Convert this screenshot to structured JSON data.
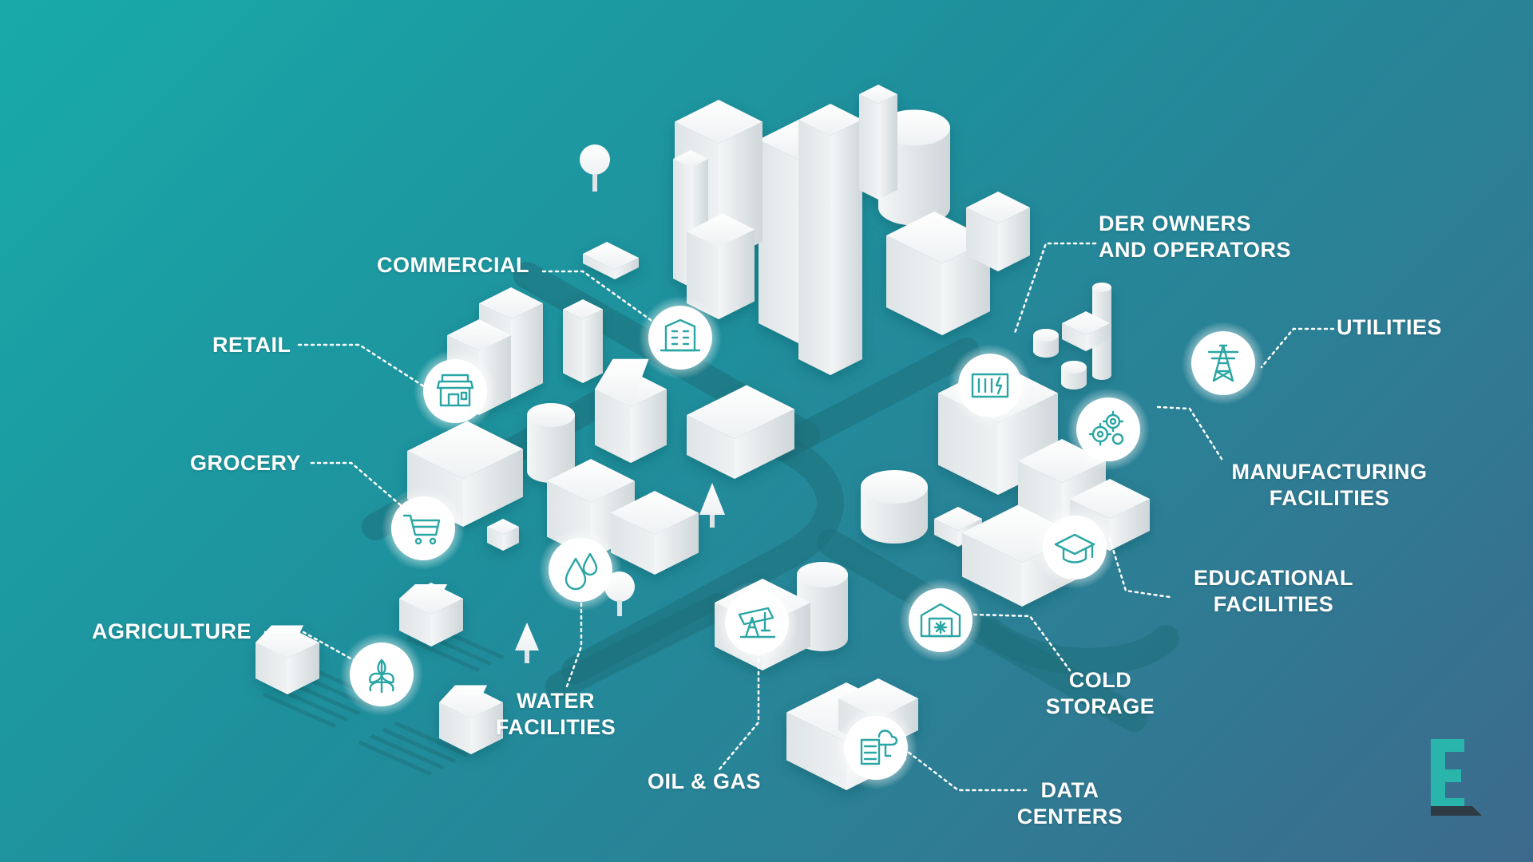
{
  "labels": {
    "commercial": "COMMERCIAL",
    "retail": "RETAIL",
    "grocery": "GROCERY",
    "agriculture": "AGRICULTURE",
    "water": [
      "WATER",
      "FACILITIES"
    ],
    "oil_gas": "OIL & GAS",
    "der": [
      "DER OWNERS",
      "AND OPERATORS"
    ],
    "utilities": "UTILITIES",
    "manufacturing": [
      "MANUFACTURING",
      "FACILITIES"
    ],
    "educational": [
      "EDUCATIONAL",
      "FACILITIES"
    ],
    "cold_storage": [
      "COLD",
      "STORAGE"
    ],
    "data_centers": [
      "DATA",
      "CENTERS"
    ]
  },
  "icons": {
    "commercial": "office-building-icon",
    "retail": "storefront-icon",
    "grocery": "shopping-cart-icon",
    "agriculture": "wheat-icon",
    "water": "water-drops-icon",
    "oil_gas": "oil-pump-icon",
    "der": "battery-storage-icon",
    "utilities": "transmission-tower-icon",
    "manufacturing": "gears-icon",
    "educational": "graduation-cap-icon",
    "cold_storage": "cold-warehouse-icon",
    "data_centers": "server-cloud-icon"
  },
  "colors": {
    "icon_stroke": "#2aa6a4",
    "building": "#f1f3f4",
    "road": "#1c6d78",
    "logo": "#2ab5ac"
  }
}
